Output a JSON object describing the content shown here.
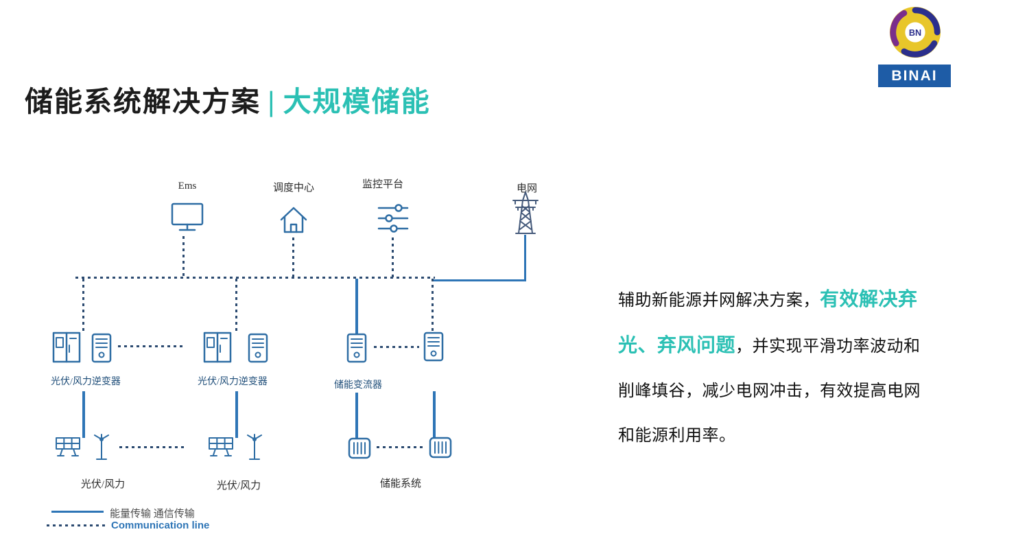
{
  "header": {
    "title_main": "储能系统解决方案",
    "title_divider": "|",
    "title_accent": "大规模储能"
  },
  "logo": {
    "initials": "BN",
    "name": "BINAI"
  },
  "diagram": {
    "top_nodes": [
      {
        "label": "Ems",
        "icon": "monitor-icon"
      },
      {
        "label": "调度中心",
        "icon": "house-icon"
      },
      {
        "label": "监控平台",
        "icon": "sliders-icon"
      },
      {
        "label": "电网",
        "icon": "transmission-tower-icon"
      }
    ],
    "mid_nodes": [
      {
        "label": "光伏/风力逆变器",
        "icons": [
          "inverter-cabinet-icon",
          "server-icon"
        ]
      },
      {
        "label": "光伏/风力逆变器",
        "icons": [
          "inverter-cabinet-icon",
          "server-icon"
        ]
      },
      {
        "label": "储能变流器",
        "icons": [
          "server-icon",
          "server-icon"
        ]
      }
    ],
    "bottom_nodes": [
      {
        "label": "光伏/风力",
        "icons": [
          "solar-panel-icon",
          "wind-turbine-icon"
        ]
      },
      {
        "label": "光伏/风力",
        "icons": [
          "solar-panel-icon",
          "wind-turbine-icon"
        ]
      },
      {
        "label": "储能系统",
        "icons": [
          "battery-container-icon",
          "battery-container-icon"
        ]
      }
    ],
    "legend": [
      {
        "swatch": "solid",
        "label": "能量传输 通信传输"
      },
      {
        "swatch": "dotted",
        "label": "Communication line"
      }
    ]
  },
  "description": {
    "part1": "辅助新能源并网解决方案，",
    "highlight": "有效解决弃光、弃风问题",
    "part2": "，并实现平滑功率波动和削峰填谷，减少电网冲击，有效提高电网和能源利用率。"
  },
  "colors": {
    "accent_teal": "#2BC0B4",
    "energy_line_blue": "#2E75B6",
    "comm_line_navy": "#2B4A70",
    "diagram_label_blue": "#1F4E79",
    "logo_blue": "#1E5CA6",
    "logo_yellow": "#E8C62A",
    "logo_navy": "#2B2F8C"
  }
}
